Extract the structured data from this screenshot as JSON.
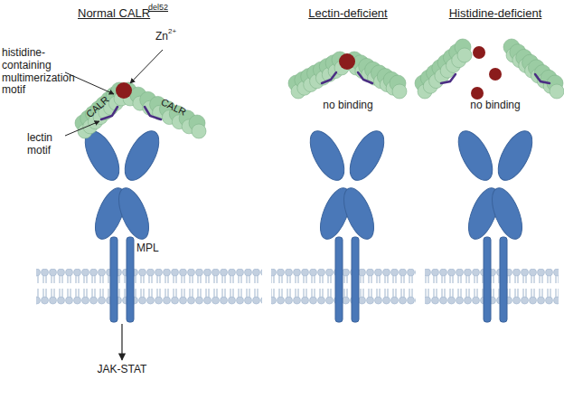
{
  "diagram": {
    "nodes": [
      {
        "text": [
          "MPL"
        ]
      },
      {
        "text": [
          "JAK-STAT"
        ]
      }
    ],
    "edges": [
      {
        "from": 0,
        "to": 1,
        "arrow": "to"
      }
    ],
    "labels": [
      "Normal CALR",
      "del52",
      "Lectin-deficient",
      "Histidine-deficient",
      "Zn",
      "2+",
      "histidine-containing multimerization motif",
      "CALR",
      "CALR",
      "lectin motif",
      "no binding",
      "no binding"
    ]
  }
}
